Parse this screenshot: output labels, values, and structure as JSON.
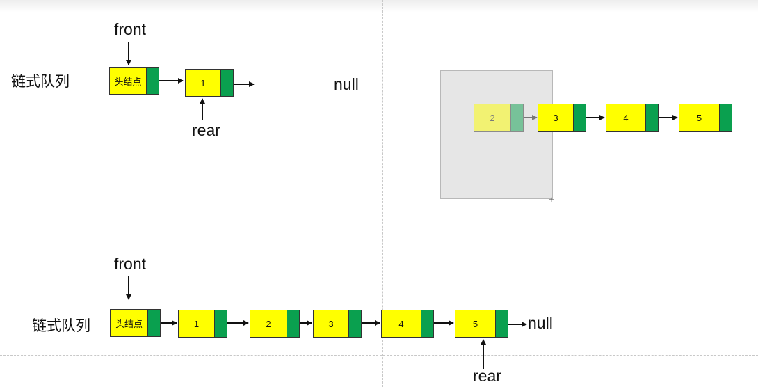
{
  "top": {
    "queue_label": "链式队列",
    "front_label": "front",
    "rear_label": "rear",
    "head_node": "头结点",
    "node1": "1",
    "null_label": "null"
  },
  "dragged": {
    "nodes": [
      "2",
      "3",
      "4",
      "5"
    ]
  },
  "bottom": {
    "queue_label": "链式队列",
    "front_label": "front",
    "rear_label": "rear",
    "head_node": "头结点",
    "nodes": [
      "1",
      "2",
      "3",
      "4",
      "5"
    ],
    "null_label": "null"
  },
  "colors": {
    "data_field": "#ffff00",
    "pointer_field": "#0aa04f",
    "selection": "#c8c8c8"
  }
}
